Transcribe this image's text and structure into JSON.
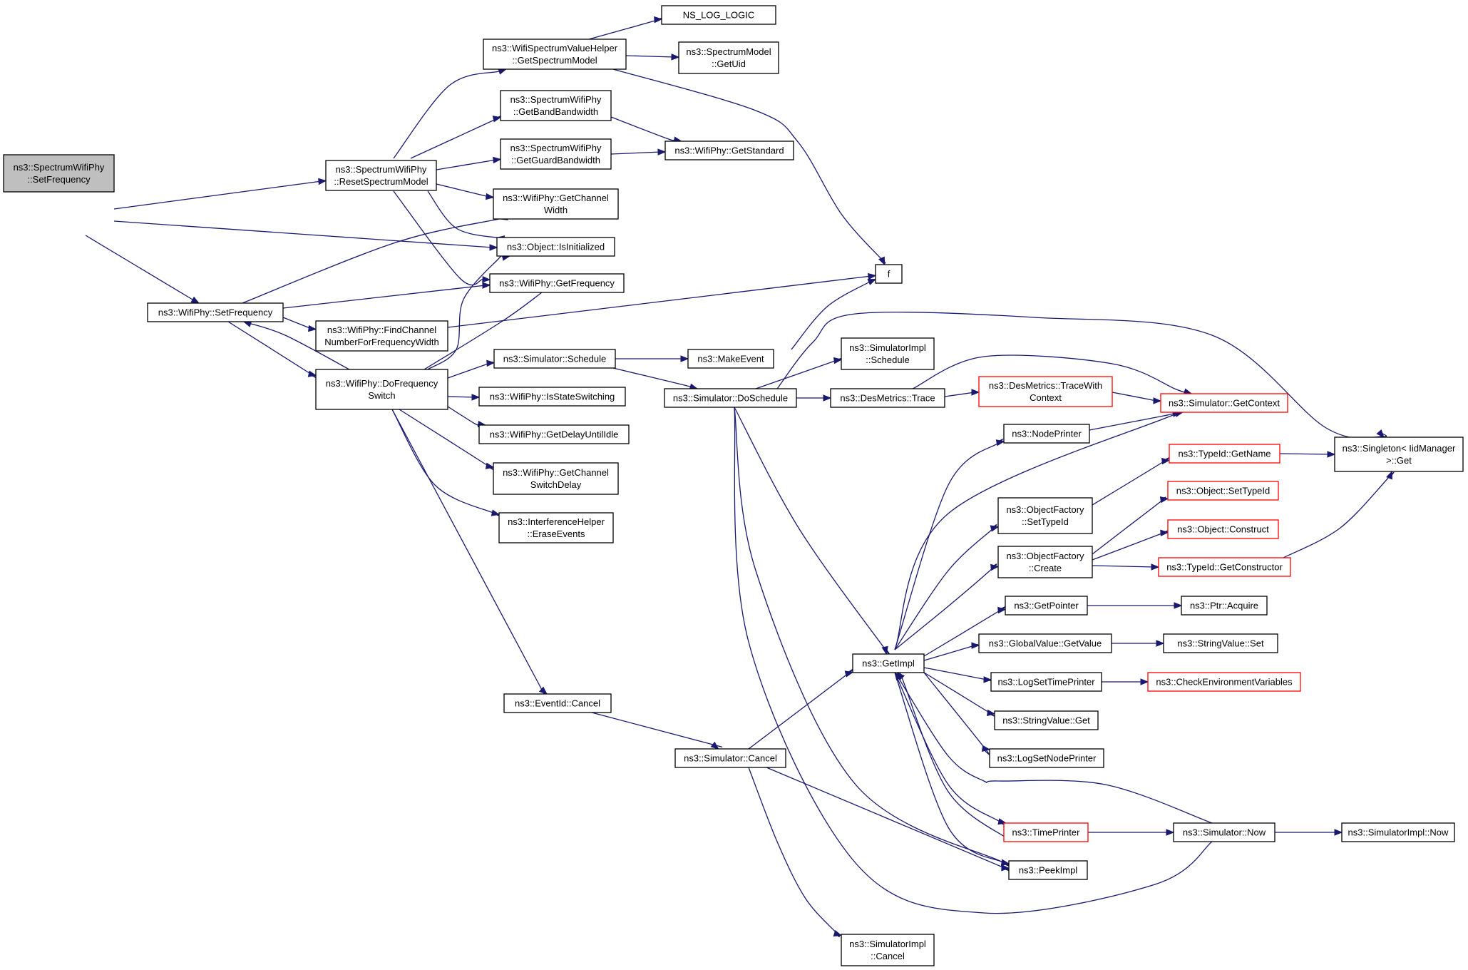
{
  "graph": {
    "colors": {
      "edge": "#191970",
      "root_fill": "#bfbfbf",
      "truncated_border": "#ff0000",
      "border": "#000000"
    },
    "nodes": [
      {
        "id": "n0",
        "lines": [
          "ns3::SpectrumWifiPhy",
          "::SetFrequency"
        ],
        "kind": "root"
      },
      {
        "id": "n1",
        "lines": [
          "ns3::SpectrumWifiPhy",
          "::ResetSpectrumModel"
        ]
      },
      {
        "id": "n2",
        "lines": [
          "ns3::WifiPhy::SetFrequency"
        ]
      },
      {
        "id": "n3",
        "lines": [
          "ns3::WifiSpectrumValueHelper",
          "::GetSpectrumModel"
        ]
      },
      {
        "id": "n4",
        "lines": [
          "NS_LOG_LOGIC"
        ]
      },
      {
        "id": "n5",
        "lines": [
          "ns3::SpectrumModel",
          "::GetUid"
        ]
      },
      {
        "id": "n6",
        "lines": [
          "ns3::SpectrumWifiPhy",
          "::GetBandBandwidth"
        ]
      },
      {
        "id": "n7",
        "lines": [
          "ns3::SpectrumWifiPhy",
          "::GetGuardBandwidth"
        ]
      },
      {
        "id": "n8",
        "lines": [
          "ns3::WifiPhy::GetStandard"
        ]
      },
      {
        "id": "n9",
        "lines": [
          "ns3::WifiPhy::GetChannel",
          "Width"
        ]
      },
      {
        "id": "n10",
        "lines": [
          "ns3::Object::IsInitialized"
        ]
      },
      {
        "id": "n11",
        "lines": [
          "f"
        ]
      },
      {
        "id": "n12",
        "lines": [
          "ns3::WifiPhy::GetFrequency"
        ]
      },
      {
        "id": "n13",
        "lines": [
          "ns3::WifiPhy::FindChannel",
          "NumberForFrequencyWidth"
        ]
      },
      {
        "id": "n14",
        "lines": [
          "ns3::WifiPhy::DoFrequency",
          "Switch"
        ]
      },
      {
        "id": "n15",
        "lines": [
          "ns3::Simulator::Schedule"
        ]
      },
      {
        "id": "n16",
        "lines": [
          "ns3::MakeEvent"
        ]
      },
      {
        "id": "n17",
        "lines": [
          "ns3::SimulatorImpl",
          "::Schedule"
        ]
      },
      {
        "id": "n18",
        "lines": [
          "ns3::Simulator::DoSchedule"
        ]
      },
      {
        "id": "n19",
        "lines": [
          "ns3::DesMetrics::Trace"
        ]
      },
      {
        "id": "n20",
        "lines": [
          "ns3::DesMetrics::TraceWith",
          "Context"
        ],
        "kind": "trunc"
      },
      {
        "id": "n21",
        "lines": [
          "ns3::Simulator::GetContext"
        ],
        "kind": "trunc"
      },
      {
        "id": "n22",
        "lines": [
          "ns3::WifiPhy::IsStateSwitching"
        ]
      },
      {
        "id": "n23",
        "lines": [
          "ns3::WifiPhy::GetDelayUntilIdle"
        ]
      },
      {
        "id": "n24",
        "lines": [
          "ns3::WifiPhy::GetChannel",
          "SwitchDelay"
        ]
      },
      {
        "id": "n25",
        "lines": [
          "ns3::InterferenceHelper",
          "::EraseEvents"
        ]
      },
      {
        "id": "n26",
        "lines": [
          "ns3::NodePrinter"
        ]
      },
      {
        "id": "n27",
        "lines": [
          "ns3::TypeId::GetName"
        ],
        "kind": "trunc"
      },
      {
        "id": "n28",
        "lines": [
          "ns3::Singleton< IidManager",
          ">::Get"
        ]
      },
      {
        "id": "n29",
        "lines": [
          "ns3::ObjectFactory",
          "::SetTypeId"
        ]
      },
      {
        "id": "n30",
        "lines": [
          "ns3::Object::SetTypeId"
        ],
        "kind": "trunc"
      },
      {
        "id": "n31",
        "lines": [
          "ns3::Object::Construct"
        ],
        "kind": "trunc"
      },
      {
        "id": "n32",
        "lines": [
          "ns3::ObjectFactory",
          "::Create"
        ]
      },
      {
        "id": "n33",
        "lines": [
          "ns3::TypeId::GetConstructor"
        ],
        "kind": "trunc"
      },
      {
        "id": "n34",
        "lines": [
          "ns3::GetPointer"
        ]
      },
      {
        "id": "n35",
        "lines": [
          "ns3::Ptr::Acquire"
        ]
      },
      {
        "id": "n36",
        "lines": [
          "ns3::GetImpl"
        ]
      },
      {
        "id": "n37",
        "lines": [
          "ns3::GlobalValue::GetValue"
        ]
      },
      {
        "id": "n38",
        "lines": [
          "ns3::StringValue::Set"
        ]
      },
      {
        "id": "n39",
        "lines": [
          "ns3::LogSetTimePrinter"
        ]
      },
      {
        "id": "n40",
        "lines": [
          "ns3::CheckEnvironmentVariables"
        ],
        "kind": "trunc"
      },
      {
        "id": "n41",
        "lines": [
          "ns3::EventId::Cancel"
        ]
      },
      {
        "id": "n42",
        "lines": [
          "ns3::StringValue::Get"
        ]
      },
      {
        "id": "n43",
        "lines": [
          "ns3::Simulator::Cancel"
        ]
      },
      {
        "id": "n44",
        "lines": [
          "ns3::LogSetNodePrinter"
        ]
      },
      {
        "id": "n45",
        "lines": [
          "ns3::TimePrinter"
        ],
        "kind": "trunc"
      },
      {
        "id": "n46",
        "lines": [
          "ns3::Simulator::Now"
        ]
      },
      {
        "id": "n47",
        "lines": [
          "ns3::SimulatorImpl::Now"
        ]
      },
      {
        "id": "n48",
        "lines": [
          "ns3::PeekImpl"
        ]
      },
      {
        "id": "n49",
        "lines": [
          "ns3::SimulatorImpl",
          "::Cancel"
        ]
      }
    ]
  }
}
